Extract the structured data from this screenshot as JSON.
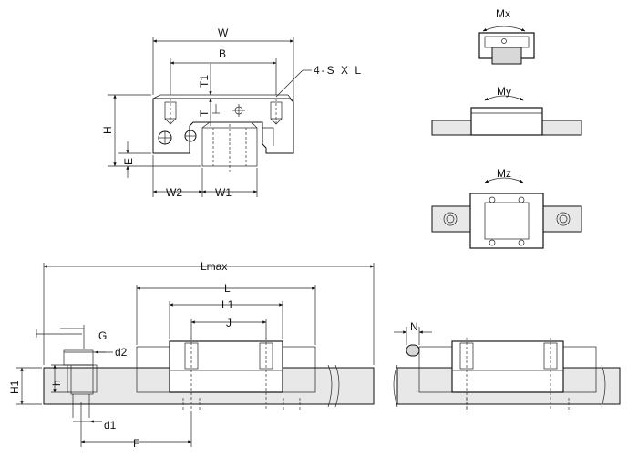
{
  "labels": {
    "W": "W",
    "B": "B",
    "screw": "4-S X L",
    "T1": "T1",
    "T": "T",
    "H": "H",
    "E": "E",
    "W2": "W2",
    "W1": "W1",
    "Mx": "Mx",
    "My": "My",
    "Mz": "Mz",
    "Lmax": "Lmax",
    "L": "L",
    "L1": "L1",
    "J": "J",
    "G": "G",
    "d2": "d2",
    "H1": "H1",
    "h": "h",
    "d1": "d1",
    "F": "F",
    "N": "N"
  }
}
